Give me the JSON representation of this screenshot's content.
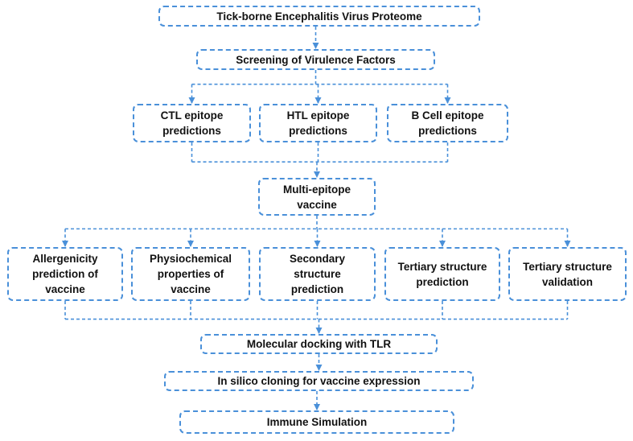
{
  "colors": {
    "line": "#4a90d9",
    "text": "#111111",
    "background": "#ffffff"
  },
  "nodes": {
    "proteome": "Tick-borne Encephalitis  Virus Proteome",
    "screening": "Screening of Virulence Factors",
    "ctl": "CTL epitope\npredictions",
    "htl": "HTL epitope\npredictions",
    "bcell": "B Cell epitope\npredictions",
    "multi": "Multi-epitope\nvaccine",
    "allergenicity": "Allergenicity\nprediction of\nvaccine",
    "physiochemical": "Physiochemical\nproperties of\nvaccine",
    "secondary": "Secondary\nstructure\nprediction",
    "tertiary_pred": "Tertiary structure\nprediction",
    "tertiary_val": "Tertiary structure\nvalidation",
    "docking": "Molecular docking with TLR",
    "cloning": "In silico cloning for vaccine expression",
    "immune": "Immune Simulation"
  },
  "edges": [
    [
      "proteome",
      "screening"
    ],
    [
      "screening",
      "ctl"
    ],
    [
      "screening",
      "htl"
    ],
    [
      "screening",
      "bcell"
    ],
    [
      "ctl",
      "multi"
    ],
    [
      "htl",
      "multi"
    ],
    [
      "bcell",
      "multi"
    ],
    [
      "multi",
      "allergenicity"
    ],
    [
      "multi",
      "physiochemical"
    ],
    [
      "multi",
      "secondary"
    ],
    [
      "multi",
      "tertiary_pred"
    ],
    [
      "multi",
      "tertiary_val"
    ],
    [
      "allergenicity",
      "docking"
    ],
    [
      "physiochemical",
      "docking"
    ],
    [
      "secondary",
      "docking"
    ],
    [
      "tertiary_pred",
      "docking"
    ],
    [
      "tertiary_val",
      "docking"
    ],
    [
      "docking",
      "cloning"
    ],
    [
      "cloning",
      "immune"
    ]
  ]
}
